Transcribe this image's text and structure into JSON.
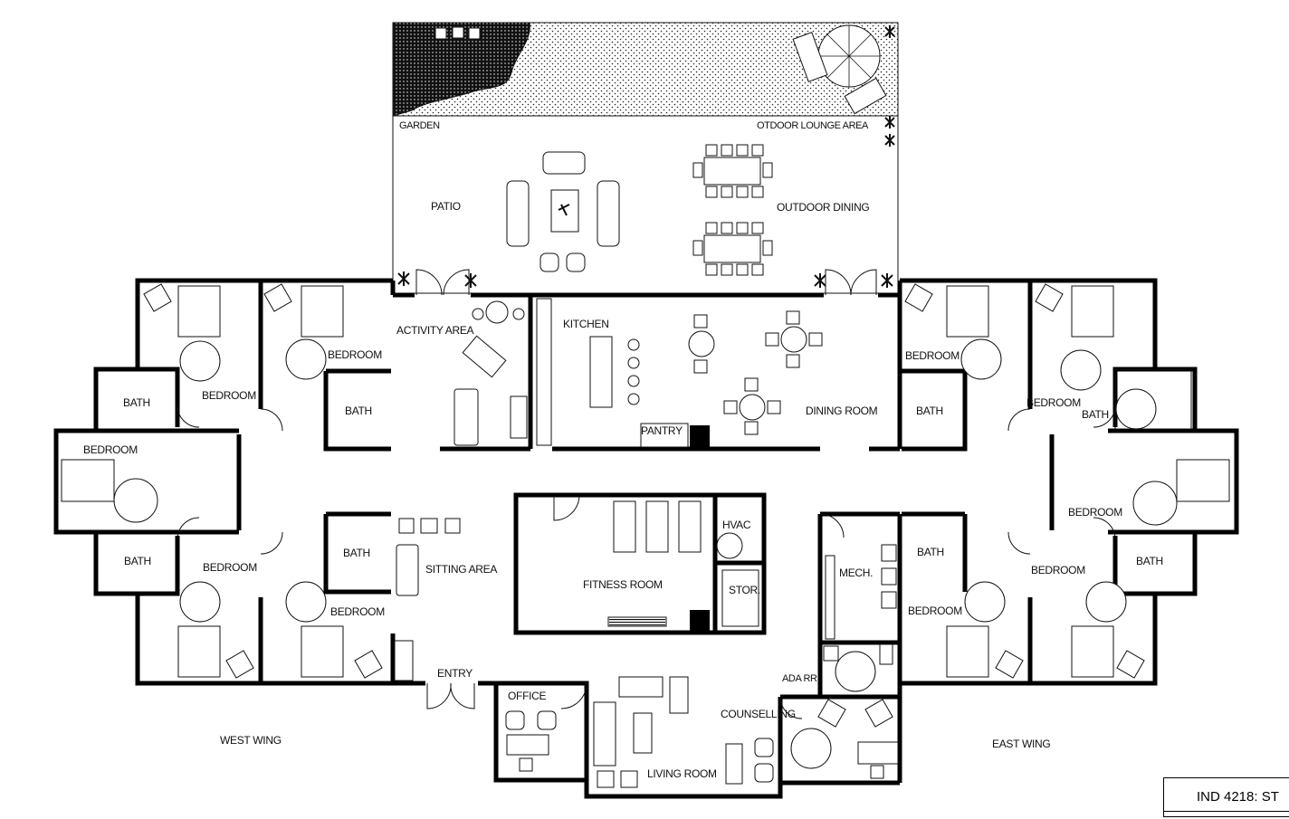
{
  "labels": {
    "garden": "GARDEN",
    "outdoor_lounge": "OTDOOR LOUNGE AREA",
    "patio": "PATIO",
    "outdoor_dining": "OUTDOOR DINING",
    "activity_area": "ACTIVITY AREA",
    "kitchen": "KITCHEN",
    "pantry": "PANTRY",
    "dining_room": "DINING ROOM",
    "fitness_room": "FITNESS ROOM",
    "hvac": "HVAC",
    "stor": "STOR.",
    "mech": "MECH.",
    "sitting_area": "SITTING AREA",
    "entry": "ENTRY",
    "office": "OFFICE",
    "living_room": "LIVING ROOM",
    "counselling": "COUNSELLING",
    "ada_rr": "ADA RR",
    "west_wing": "WEST WING",
    "east_wing": "EAST WING",
    "w_bath_1": "BATH",
    "w_bedroom_1": "BEDROOM",
    "w_bedroom_2": "BEDROOM",
    "w_bath_2": "BATH",
    "w_bedroom_3": "BEDROOM",
    "w_bath_3": "BATH",
    "w_bedroom_4": "BEDROOM",
    "w_bath_4": "BATH",
    "w_bedroom_5": "BEDROOM",
    "e_bedroom_1": "BEDROOM",
    "e_bath_1": "BATH",
    "e_bedroom_2": "BEDROOM",
    "e_bath_2": "BATH",
    "e_bedroom_3": "BEDROOM",
    "e_bath_3": "BATH",
    "e_bedroom_4": "BEDROOM",
    "e_bedroom_5": "BEDROOM",
    "e_bath_4": "BATH"
  },
  "title_block": {
    "text": "IND 4218: ST"
  },
  "colors": {
    "wall": "#000000",
    "line": "#222222",
    "background": "#ffffff"
  }
}
